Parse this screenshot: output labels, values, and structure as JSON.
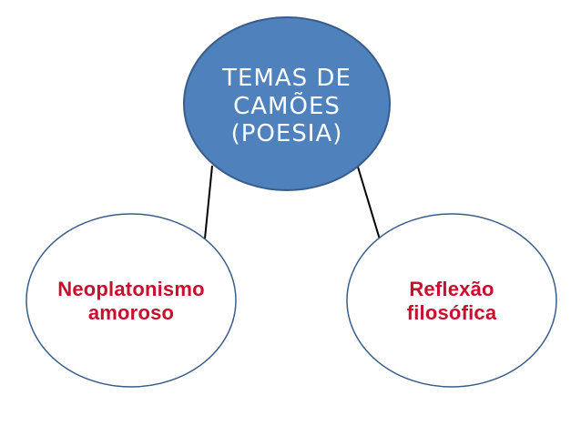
{
  "diagram": {
    "root": {
      "lines": [
        "TEMAS DE",
        "CAMÕES",
        "(POESIA)"
      ],
      "fill": "#4f81bd",
      "stroke": "#385d8a",
      "text_color": "#ffffff"
    },
    "children": [
      {
        "lines": [
          "Neoplatonismo",
          "amoroso"
        ],
        "fill": "#ffffff",
        "stroke": "#385d8a",
        "text_color": "#c8102e"
      },
      {
        "lines": [
          "Reflexão",
          "filosófica"
        ],
        "fill": "#ffffff",
        "stroke": "#385d8a",
        "text_color": "#c8102e"
      }
    ],
    "connector_color": "#000000"
  }
}
